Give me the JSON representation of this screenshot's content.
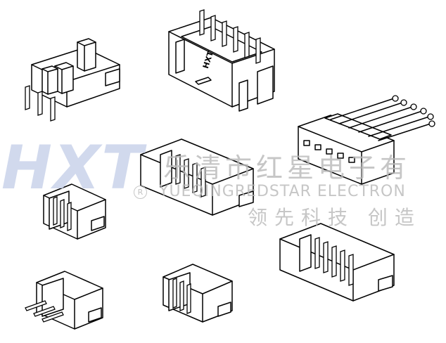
{
  "watermark": {
    "logo": "HXT",
    "company_cn": "乐清市红星电子有",
    "company_en": "YUEQINGREDSTAR ELECTRON",
    "registered_mark": "R",
    "slogan": "领先科技 创造"
  },
  "connector_stamp": "HXT"
}
